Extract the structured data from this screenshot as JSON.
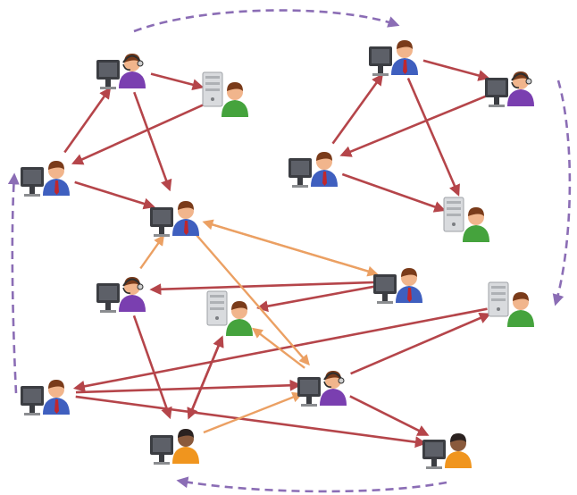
{
  "colors": {
    "background": "#ffffff",
    "link_red": "#b5454a",
    "link_orange": "#eba063",
    "link_dashed_purple": "#8b6db5",
    "shirt_blue": "#3f5fbf",
    "shirt_purple": "#7a3fb0",
    "shirt_green": "#45a33d",
    "shirt_orange": "#f0951e",
    "tie_red": "#c0272d",
    "skin": "#f1b58c",
    "skin_dark": "#8a5a3c",
    "hair_brown": "#7a3b1a",
    "hair_black": "#2b2220",
    "monitor": "#3b3d42",
    "server": "#d9dbde",
    "headset": "#2e2e2e"
  },
  "nodes": [
    {
      "id": "n1",
      "role": "user-computer",
      "icon": "user-computer-icon"
    },
    {
      "id": "n2",
      "role": "support-agent",
      "icon": "support-agent-icon"
    },
    {
      "id": "n3",
      "role": "server-admin",
      "icon": "server-user-icon"
    },
    {
      "id": "n4",
      "role": "user-computer-hub",
      "icon": "user-computer-icon"
    },
    {
      "id": "n5",
      "role": "support-agent",
      "icon": "support-agent-icon"
    },
    {
      "id": "n6",
      "role": "server-admin",
      "icon": "server-user-icon"
    },
    {
      "id": "n7",
      "role": "user-computer",
      "icon": "user-computer-icon"
    },
    {
      "id": "n8",
      "role": "user-computer-hub",
      "icon": "user-computer-icon"
    },
    {
      "id": "n9",
      "role": "support-agent",
      "icon": "support-agent-icon"
    },
    {
      "id": "n10",
      "role": "server-admin",
      "icon": "server-user-icon"
    },
    {
      "id": "n11",
      "role": "user-computer",
      "icon": "user-computer-icon"
    },
    {
      "id": "n12",
      "role": "user-computer",
      "icon": "user-computer-icon"
    },
    {
      "id": "n13",
      "role": "user-computer",
      "icon": "user-computer-icon"
    },
    {
      "id": "n14",
      "role": "support-agent",
      "icon": "support-agent-icon"
    },
    {
      "id": "n15",
      "role": "server-admin",
      "icon": "server-user-icon"
    },
    {
      "id": "n16",
      "role": "user-computer",
      "icon": "user-computer-icon"
    }
  ],
  "edges": {
    "red": [
      [
        "n1",
        "n2"
      ],
      [
        "n2",
        "n3"
      ],
      [
        "n3",
        "n1"
      ],
      [
        "n1",
        "n4"
      ],
      [
        "n2",
        "n4"
      ],
      [
        "n7",
        "n8"
      ],
      [
        "n8",
        "n9"
      ],
      [
        "n9",
        "n7"
      ],
      [
        "n7",
        "n10"
      ],
      [
        "n8",
        "n10"
      ],
      [
        "n5",
        "n11"
      ],
      [
        "n6",
        "n11"
      ],
      [
        "n11",
        "n6"
      ],
      [
        "n12",
        "n5"
      ],
      [
        "n12",
        "n6"
      ],
      [
        "n13",
        "n14"
      ],
      [
        "n14",
        "n15"
      ],
      [
        "n15",
        "n13"
      ],
      [
        "n13",
        "n16"
      ],
      [
        "n14",
        "n16"
      ]
    ],
    "orange": [
      [
        "n4",
        "n12"
      ],
      [
        "n4",
        "n14"
      ],
      [
        "n12",
        "n4"
      ],
      [
        "n5",
        "n4"
      ],
      [
        "n14",
        "n6"
      ],
      [
        "n11",
        "n14"
      ]
    ],
    "dashed": [
      [
        "n2",
        "n8"
      ],
      [
        "n10",
        "n15"
      ],
      [
        "n16",
        "n13"
      ],
      [
        "n9",
        "n1"
      ]
    ]
  }
}
